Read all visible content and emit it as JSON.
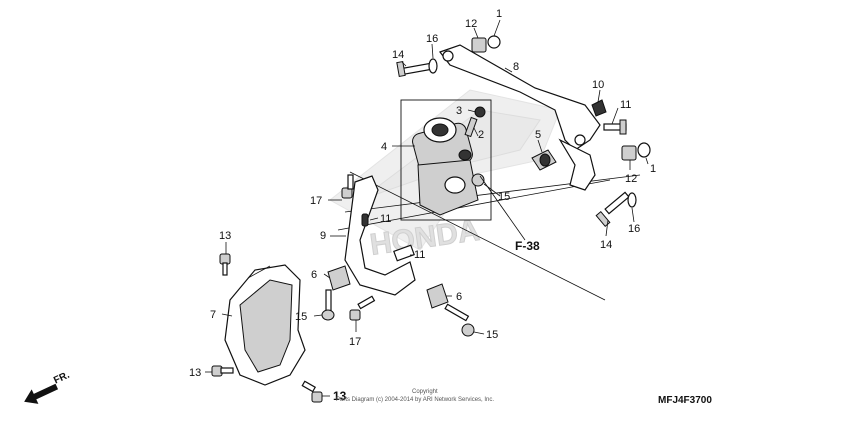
{
  "labels": {
    "p1a": "1",
    "p1b": "1",
    "p2": "2",
    "p3": "3",
    "p4": "4",
    "p5": "5",
    "p6a": "6",
    "p6b": "6",
    "p7": "7",
    "p8": "8",
    "p9": "9",
    "p10": "10",
    "p11a": "11",
    "p11b": "11",
    "p11c": "11",
    "p12a": "12",
    "p12b": "12",
    "p13a": "13",
    "p13b": "13",
    "p13c": "13",
    "p14a": "14",
    "p14b": "14",
    "p15a": "15",
    "p15b": "15",
    "p15c": "15",
    "p16a": "16",
    "p16b": "16",
    "p17a": "17",
    "p17b": "17"
  },
  "reference": "F-38",
  "direction": "FR.",
  "diagram_code": "MFJ4F3700",
  "copyright_line1": "Copyright",
  "copyright_line2": "Parts Diagram (c) 2004-2014 by ARI Network Services, Inc.",
  "watermark": "HONDA"
}
